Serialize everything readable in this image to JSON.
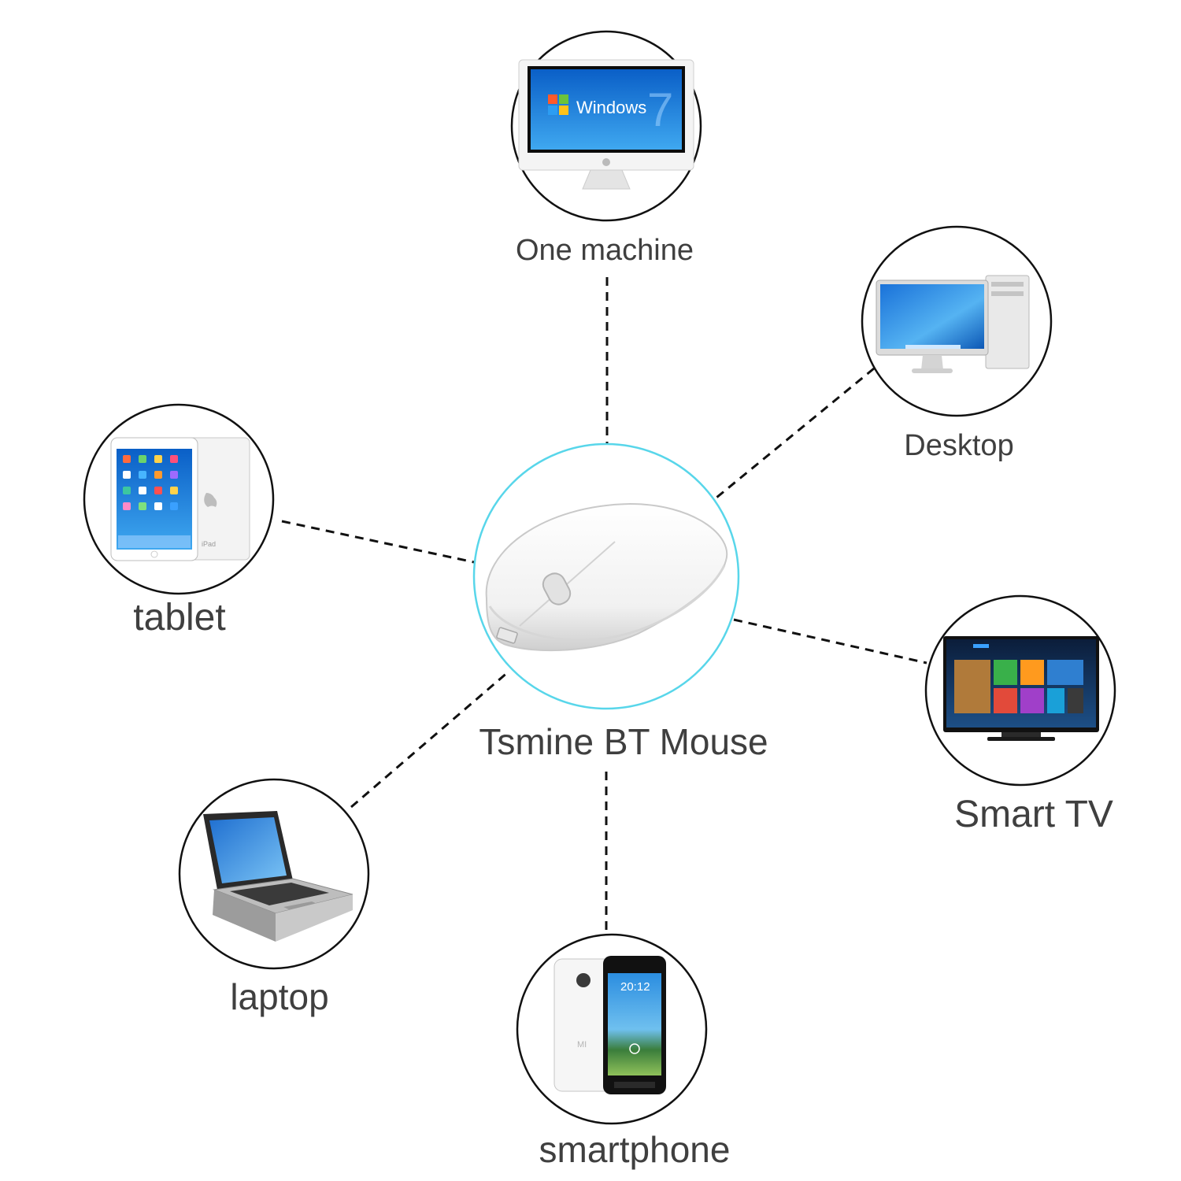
{
  "center": {
    "label": "Tsmine BT Mouse",
    "ring_color": "#58d6ea"
  },
  "devices": {
    "one_machine": {
      "label": "One machine",
      "screen_text": "Windows",
      "screen_version": "7"
    },
    "desktop": {
      "label": "Desktop"
    },
    "tablet": {
      "label": "tablet",
      "brand_text": "iPad"
    },
    "smart_tv": {
      "label": "Smart TV"
    },
    "laptop": {
      "label": "laptop"
    },
    "smartphone": {
      "label": "smartphone",
      "clock": "20:12",
      "brand_text": "MI"
    }
  },
  "colors": {
    "line": "#111111",
    "circle": "#111111",
    "text": "#3f3f3f",
    "screen_blue": "#1e7fd6"
  }
}
